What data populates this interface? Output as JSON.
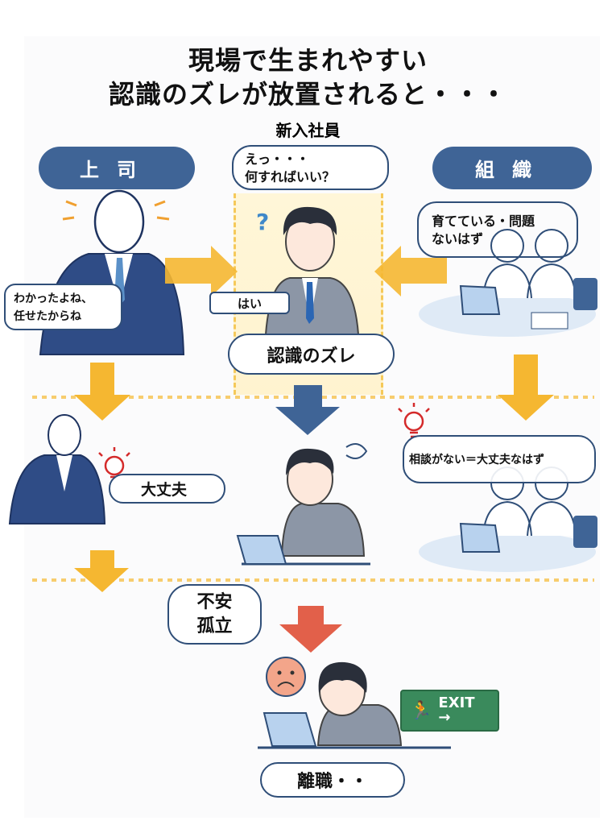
{
  "title": {
    "line1": "現場で生まれやすい",
    "line2": "認識のズレが放置されると・・・"
  },
  "center_label": "新入社員",
  "boss": {
    "label": "上司",
    "speech": [
      "わかったよね、",
      "任せたからね"
    ],
    "later_speech": "大丈夫"
  },
  "organization": {
    "label": "組織",
    "speech": [
      "育てている・問題",
      "ないはず"
    ],
    "later_speech": "相談がない＝大丈夫なはず"
  },
  "new_employee": {
    "thought": [
      "えっ・・・",
      "何すればいい？"
    ],
    "reply": "はい",
    "gap_label": "認識のズレ",
    "feelings": [
      "不安",
      "孤立"
    ],
    "outcome": "離職・・"
  },
  "exit_sign": {
    "text": "EXIT",
    "color": "#3a8a5c"
  },
  "colors": {
    "pill": "#3f6496",
    "arrow_yellow": "#f5b731",
    "arrow_blue": "#3f6496",
    "arrow_red": "#e2604a",
    "bulb": "#d42a2a"
  }
}
